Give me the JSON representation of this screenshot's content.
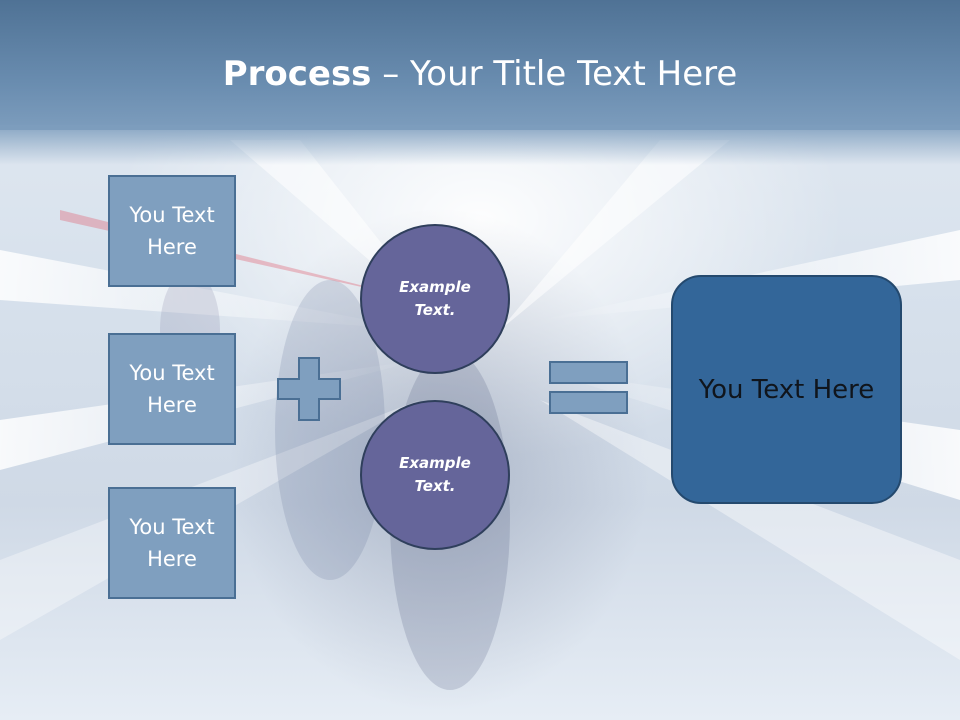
{
  "title": {
    "bold": "Process",
    "rest": " – Your Title Text Here"
  },
  "left_boxes": [
    "You Text Here",
    "You Text Here",
    "You Text Here"
  ],
  "circles": [
    "Example Text.",
    "Example Text."
  ],
  "result_box": "You Text Here",
  "operators": {
    "plus": "plus-icon",
    "equals": "equals-icon"
  },
  "colors": {
    "header": "#6a8db0",
    "box_fill": "#7f9fbf",
    "circle_fill": "#65659a",
    "result_fill": "#336699",
    "operator_fill": "#7f9fbf"
  }
}
